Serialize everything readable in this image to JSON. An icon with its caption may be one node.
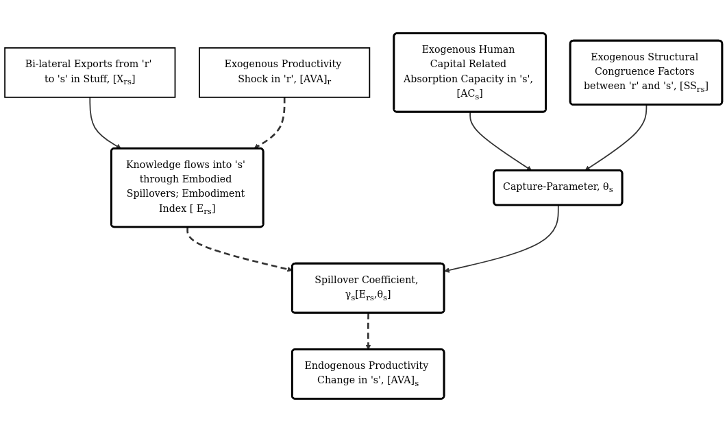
{
  "diagram": {
    "nodes": [
      {
        "text": [
          "Bi-lateral Exports from 'r' to 's' in Stuff, [X$_{rs}$]"
        ]
      },
      {
        "text": [
          "Exogenous Productivity Shock in 'r', [AVA]$_{r}$"
        ]
      },
      {
        "text": [
          "Knowledge flows into 's' through Embodied Spillovers; Embodiment Index [ E$_{rs}$]"
        ]
      },
      {
        "text": [
          "Exogenous Human Capital Related Absorption Capacity in 's', [AC$_{s}$]"
        ]
      },
      {
        "text": [
          "Exogenous Structural Congruence Factors between 'r' and 's', [SS$_{rs}$]"
        ]
      },
      {
        "text": [
          "Capture-Parameter, θ$_{s}$"
        ]
      },
      {
        "text": [
          "Endogenous Productivity Change in 's', [AVA]$_{s}$"
        ]
      },
      {
        "text": [
          "Spillover Coefficient, γ$_{s}$[E$_{rs}$,θ$_{s}$]"
        ]
      }
    ],
    "edges": [
      {
        "from": 0,
        "to": 2,
        "arrow": "to"
      },
      {
        "from": 1,
        "to": 2,
        "arrow": "to",
        "style": "dashed"
      },
      {
        "from": 2,
        "to": 7,
        "arrow": "to",
        "style": "dashed"
      },
      {
        "from": 3,
        "to": 5,
        "arrow": "to"
      },
      {
        "from": 4,
        "to": 5,
        "arrow": "to"
      },
      {
        "from": 5,
        "to": 7,
        "arrow": "to"
      },
      {
        "from": 7,
        "to": 6,
        "arrow": "to",
        "style": "dashed"
      }
    ]
  }
}
